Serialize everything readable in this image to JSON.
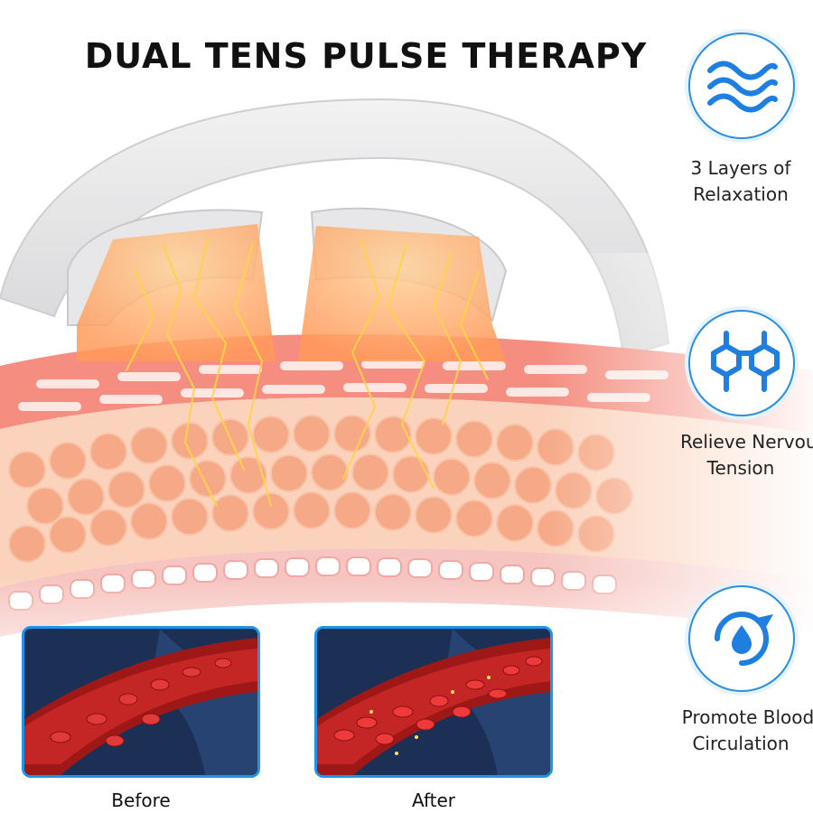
{
  "title": "DUAL TENS PULSE THERAPY",
  "features": [
    {
      "icon": "waves-icon",
      "line1": "3 Layers of",
      "line2": "Relaxation"
    },
    {
      "icon": "molecule-icon",
      "line1": "Relieve Nervous",
      "line2": "Tension"
    },
    {
      "icon": "blood-circulation-icon",
      "line1": "Promote Blood",
      "line2": "Circulation"
    }
  ],
  "comparison": {
    "before_label": "Before",
    "after_label": "After"
  },
  "colors": {
    "accent": "#1e94ea",
    "skin": "#f07a6a",
    "fat": "#f7b394",
    "blood": "#c81e1e",
    "device": "#e4e4e6"
  }
}
